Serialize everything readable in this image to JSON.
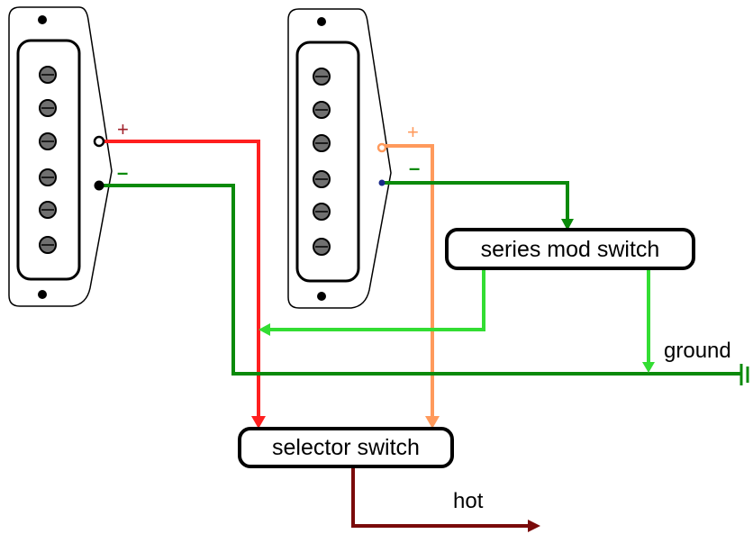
{
  "labels": {
    "series_mod_switch": "series mod switch",
    "selector_switch": "selector switch",
    "ground": "ground",
    "hot": "hot",
    "pickup1_plus": "+",
    "pickup1_minus": "–",
    "pickup2_plus": "+",
    "pickup2_minus": "–"
  },
  "colors": {
    "pickup1_positive_wire": "#ff1f1f",
    "pickup2_positive_wire": "#ff9a5c",
    "negative_wire": "#0a8a0a",
    "series_switch_wire": "#33dd33",
    "hot_wire": "#7a0a0a",
    "plus_sign_1": "#a0202a",
    "plus_sign_2": "#ff9a5c",
    "minus_sign": "#0a8a0a"
  },
  "icons": {
    "pickup": "single-coil-pickup",
    "ground": "ground-symbol",
    "arrow": "arrowhead"
  }
}
